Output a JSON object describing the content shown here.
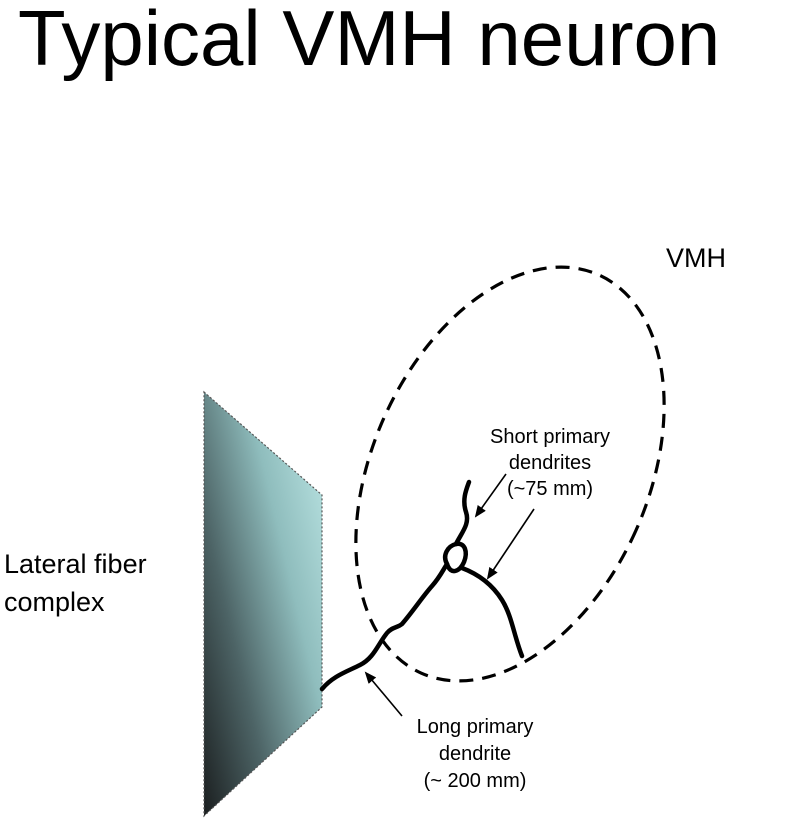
{
  "title": "Typical VMH neuron",
  "labels": {
    "region": "VMH",
    "fiber_line1": "Lateral fiber",
    "fiber_line2": "complex",
    "short_line1": "Short primary",
    "short_line2": "dendrites",
    "short_line3": "(~75 mm)",
    "long_line1": "Long primary",
    "long_line2": "dendrite",
    "long_line3": "(~ 200 mm)"
  },
  "colors": {
    "background": "#ffffff",
    "ink": "#000000",
    "fiber_light": "#b3dedd",
    "fiber_dark": "#1b1f20"
  }
}
